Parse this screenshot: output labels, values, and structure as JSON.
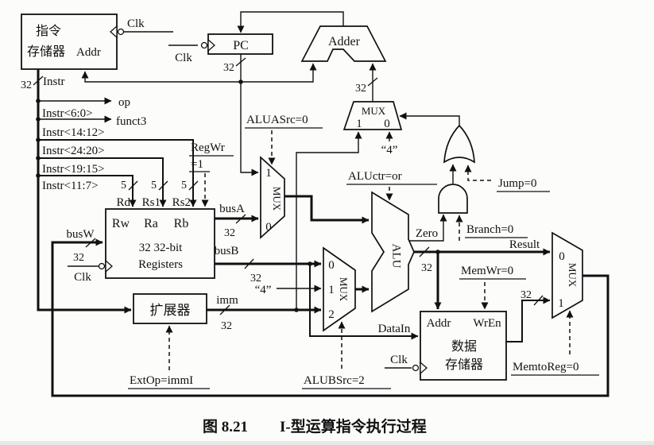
{
  "figure": {
    "caption_fig": "图 8.21",
    "caption_title": "I-型运算指令执行过程"
  },
  "blocks": {
    "instruction_memory": {
      "title_line1": "指令",
      "title_line2": "存储器",
      "port_addr": "Addr",
      "clk": "Clk"
    },
    "pc": {
      "label": "PC",
      "clk": "Clk",
      "out_width": "32"
    },
    "adder": {
      "label": "Adder",
      "in_width": "32"
    },
    "pc_src_mux": {
      "label": "MUX",
      "in1": "1",
      "in0": "0",
      "const4": "“4”"
    },
    "register_file": {
      "port_rw": "Rw",
      "port_ra": "Ra",
      "port_rb": "Rb",
      "line1": "32 32-bit",
      "line2": "Registers",
      "clk": "Clk",
      "rd": "Rd",
      "rs1": "Rs1",
      "rs2": "Rs2",
      "width5": "5"
    },
    "alu_a_mux": {
      "label": "MUX",
      "in1": "1",
      "in0": "0"
    },
    "alu": {
      "label": "ALU",
      "zero": "Zero",
      "out_width": "32"
    },
    "alu_b_mux": {
      "label": "MUX",
      "in0": "0",
      "in1": "1",
      "in2": "2",
      "const4": "“4”"
    },
    "extender": {
      "label": "扩展器"
    },
    "data_memory": {
      "port_addr": "Addr",
      "port_wren": "WrEn",
      "line1": "数据",
      "line2": "存储器",
      "datain": "DataIn",
      "clk": "Clk",
      "out_width": "32"
    },
    "wb_mux": {
      "label": "MUX",
      "in0": "0",
      "in1": "1"
    }
  },
  "signals": {
    "regwr_line1": "RegWr",
    "regwr_line2": "=1",
    "aluasrc": "ALUASrc=0",
    "aluctr": "ALUctr=or",
    "jump": "Jump=0",
    "branch": "Branch=0",
    "memwr": "MemWr=0",
    "memtoreg": "MemtoReg=0",
    "alubsrc": "ALUBSrc=2",
    "extop": "ExtOp=immI"
  },
  "buses": {
    "instr": "Instr",
    "w32": "32",
    "op": "op",
    "funct3": "funct3",
    "field_6_0": "Instr<6:0>",
    "field_14_12": "Instr<14:12>",
    "field_24_20": "Instr<24:20>",
    "field_19_15": "Instr<19:15>",
    "field_11_7": "Instr<11:7>",
    "busa": "busA",
    "busb": "busB",
    "busw": "busW",
    "imm": "imm",
    "result": "Result"
  }
}
